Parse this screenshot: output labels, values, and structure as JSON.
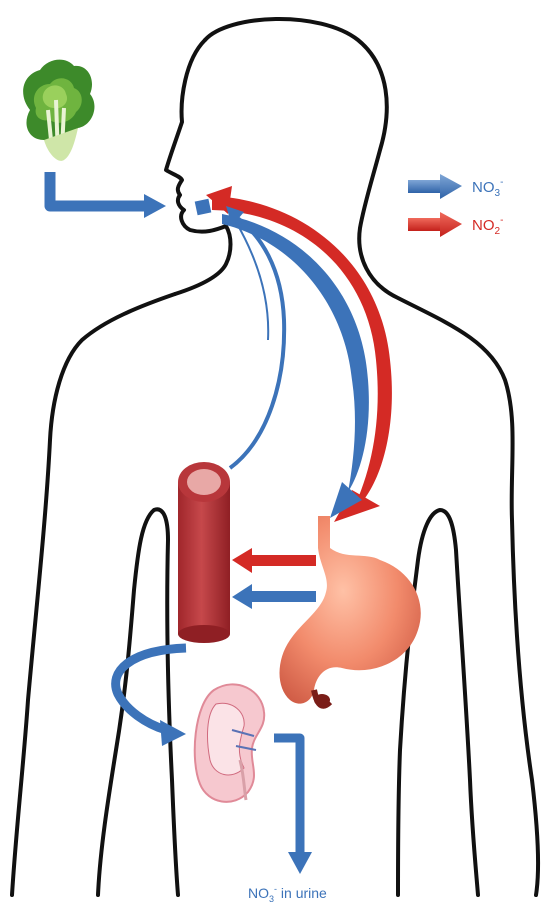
{
  "colors": {
    "nitrate": "#3c73b9",
    "nitrite": "#d42a25",
    "outline": "#111111",
    "vessel": "#b8373b",
    "stomach": "#f08a6c"
  },
  "icons": {
    "vegetable": "lettuce-icon",
    "vessel": "blood-vessel-icon",
    "stomach": "stomach-icon",
    "kidney": "kidney-icon"
  },
  "legend": {
    "nitrate": {
      "base": "NO",
      "sub": "3",
      "sup": "-"
    },
    "nitrite": {
      "base": "NO",
      "sub": "2",
      "sup": "-"
    }
  },
  "urine_label": {
    "base": "NO",
    "sub": "3",
    "sup": "-",
    "suffix": " in urine"
  }
}
